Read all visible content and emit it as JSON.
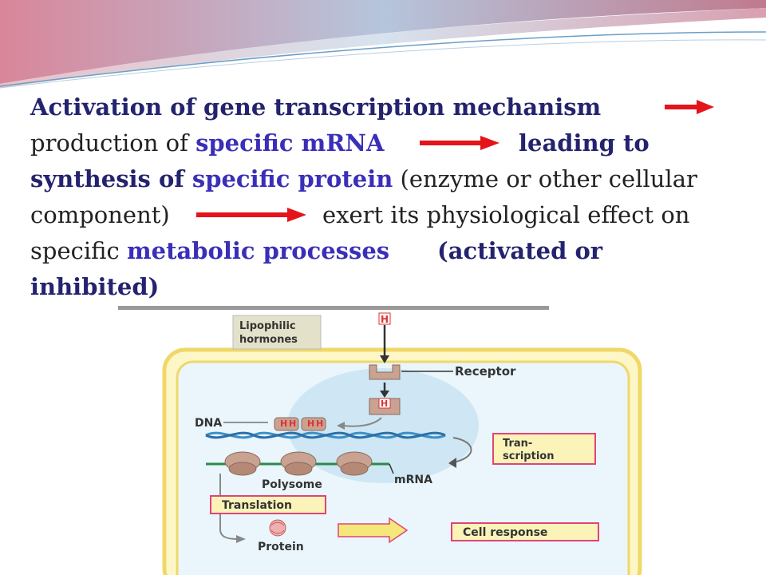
{
  "text": {
    "line1": "Activation of gene transcription mechanism",
    "line2a": "production of ",
    "line2b": "specific mRNA",
    "line2c": "leading to",
    "line3a": "synthesis of ",
    "line3b": "specific protein",
    "line3c": " (enzyme or other cellular",
    "line4a": "component)",
    "line4b": "exert its physiological effect on",
    "line5a": "specific ",
    "line5b": "metabolic processes",
    "line5c": "(activated or",
    "line6": "inhibited)"
  },
  "diagram": {
    "lipophilic": "Lipophilic",
    "hormones": "hormones",
    "h": "H",
    "receptor": "Receptor",
    "dna": "DNA",
    "transcription1": "Tran-",
    "transcription2": "scription",
    "polysome": "Polysome",
    "mrna": "mRNA",
    "translation": "Translation",
    "protein": "Protein",
    "cell_response": "Cell response"
  },
  "colors": {
    "arrow_red": "#e5141b",
    "blue_text": "#3a2fb8",
    "label_box": "#fbf3b8",
    "label_border": "#e0447a",
    "cell_border": "#f0d868"
  }
}
